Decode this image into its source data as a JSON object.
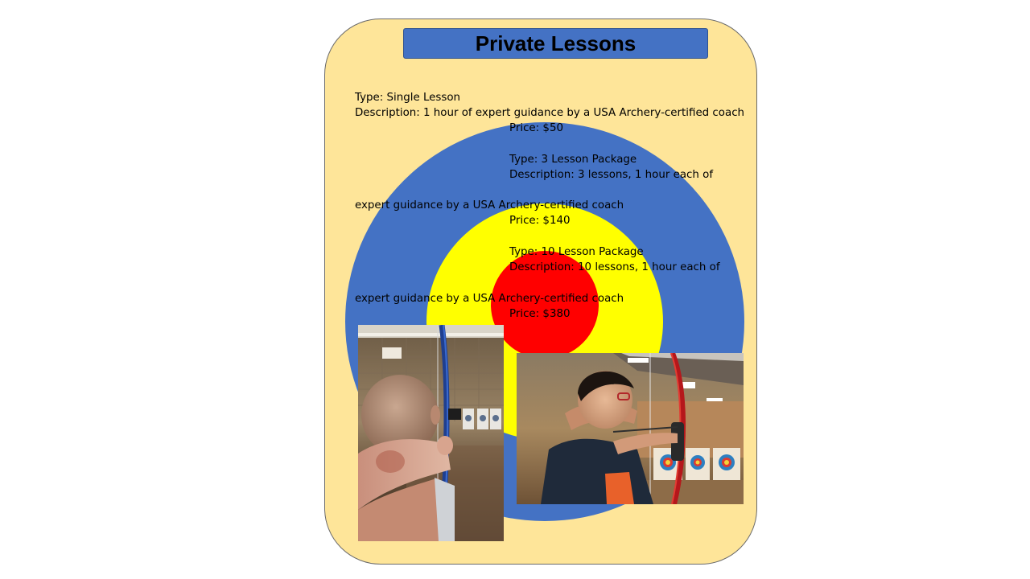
{
  "title": "Private Lessons",
  "lessons": [
    {
      "type": "Type: Single Lesson",
      "description": "Description: 1 hour of expert guidance by a USA Archery-certified coach",
      "price": "Price: $50"
    },
    {
      "type": "Type: 3 Lesson Package",
      "description_line1": "Description: 3 lessons, 1 hour each of",
      "description_line2": "expert guidance by a USA Archery-certified coach",
      "price": "Price: $140"
    },
    {
      "type": "Type: 10 Lesson Package",
      "description_line1": "Description: 10 lessons, 1 hour  each of",
      "description_line2": "expert guidance by a USA Archery-certified coach",
      "price": "Price: $380"
    }
  ],
  "colors": {
    "card_background": "#fee599",
    "title_background": "#4472c4",
    "target_outer": "#4472c4",
    "target_middle": "#ffff00",
    "target_center": "#ff0000"
  },
  "photos": [
    {
      "name": "archer-photo-left",
      "description_icon": "archer-drawing-bow-image"
    },
    {
      "name": "archer-photo-right",
      "description_icon": "archer-aiming-image"
    }
  ]
}
